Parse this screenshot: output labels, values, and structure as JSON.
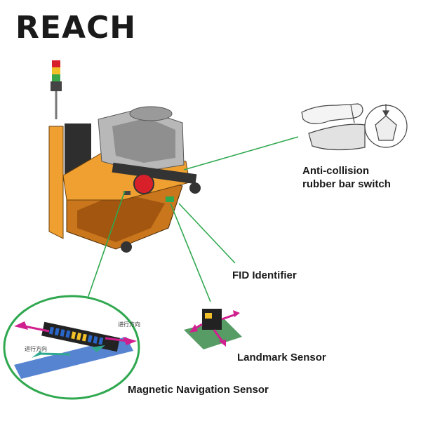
{
  "brand": {
    "name": "REACH"
  },
  "labels": {
    "anti_collision_line1": "Anti-collision",
    "anti_collision_line2": "rubber bar switch",
    "fid": "FID Identifier",
    "landmark": "Landmark Sensor",
    "magnetic": "Magnetic Navigation Sensor"
  },
  "inset_texts": {
    "direction_right": "进行方向",
    "direction_left": "进行方向"
  },
  "colors": {
    "robot_orange": "#f0a030",
    "robot_orange_dark": "#c9761c",
    "robot_gray": "#b8b8b8",
    "leader_green": "#2fa84f",
    "brand_red": "#d8202a",
    "brand_dark": "#1a1a1a"
  }
}
